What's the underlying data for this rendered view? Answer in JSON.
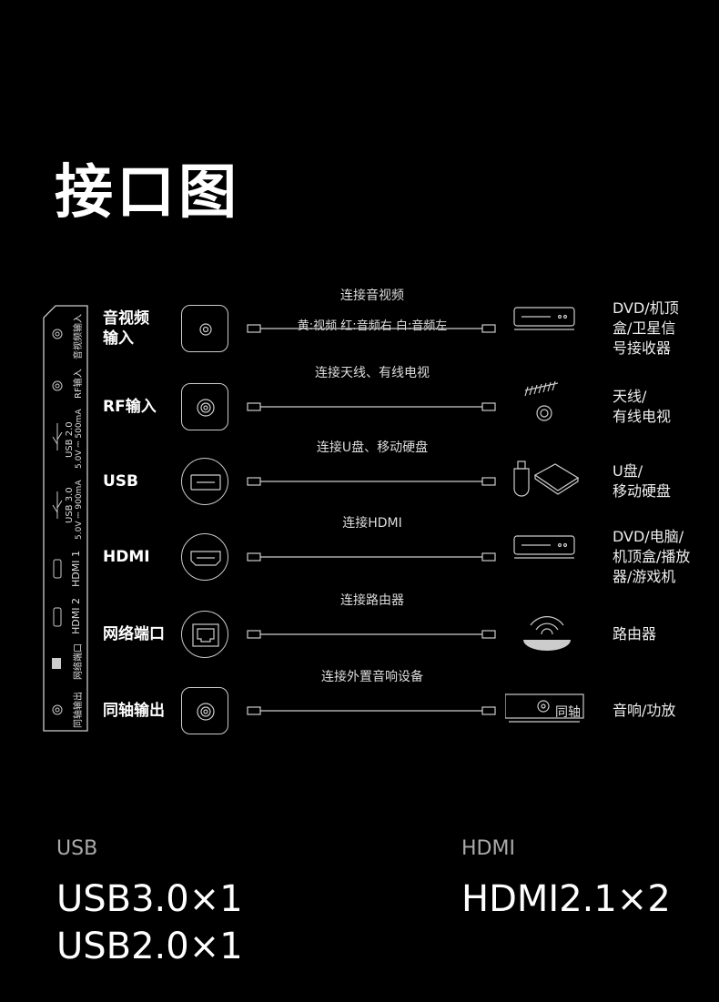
{
  "title": "接口图",
  "panel_labels": [
    "音视频输入",
    "RF输入",
    "USB 2.0",
    "5.0V ⎓ 500mA",
    "USB 3.0",
    "5.0V ⎓ 900mA",
    "HDMI 1",
    "HDMI 2",
    "网络端口",
    "同轴输出"
  ],
  "rows": [
    {
      "id": "av",
      "name": "音视频\n输入",
      "port": "round-square",
      "cable": "连接音视频",
      "sub": "黄:视频  红:音频右  白:音频左",
      "device": "DVD/机顶\n盒/卫星信\n号接收器"
    },
    {
      "id": "rf",
      "name": "RF输入",
      "port": "coax-square",
      "cable": "连接天线、有线电视",
      "device": "天线/\n有线电视"
    },
    {
      "id": "usb",
      "name": "USB",
      "port": "usb-circle",
      "cable": "连接U盘、移动硬盘",
      "device": "U盘/\n移动硬盘"
    },
    {
      "id": "hdmi",
      "name": "HDMI",
      "port": "hdmi-circle",
      "cable": "连接HDMI",
      "device": "DVD/电脑/\n机顶盒/播放\n器/游戏机"
    },
    {
      "id": "lan",
      "name": "网络端口",
      "port": "lan-circle",
      "cable": "连接路由器",
      "device": "路由器"
    },
    {
      "id": "coax",
      "name": "同轴输出",
      "port": "coax-square",
      "cable": "连接外置音响设备",
      "device": "音响/功放",
      "device_badge": "同轴"
    }
  ],
  "specs": {
    "usb": {
      "label": "USB",
      "values": [
        "USB3.0×1",
        "USB2.0×1"
      ]
    },
    "hdmi": {
      "label": "HDMI",
      "values": [
        "HDMI2.1×2"
      ]
    }
  }
}
